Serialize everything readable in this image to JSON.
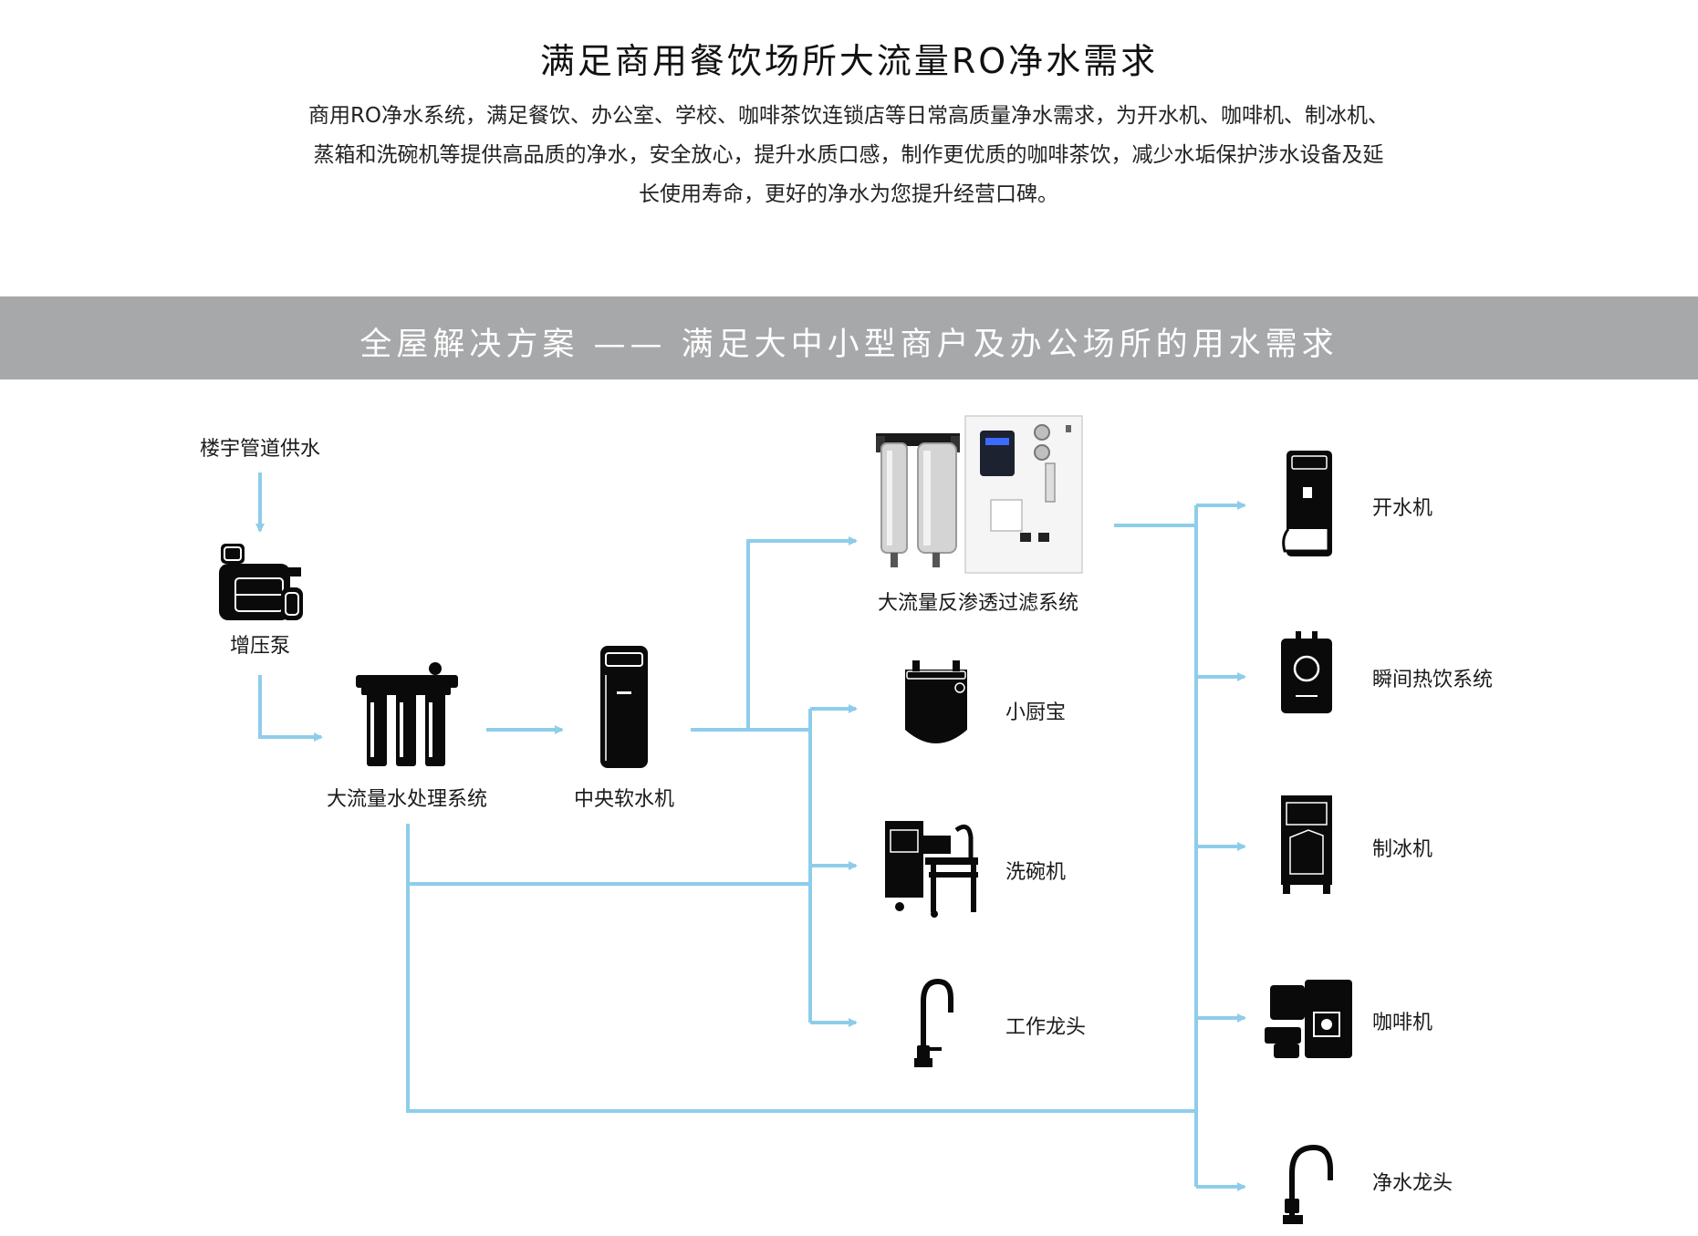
{
  "header": {
    "title": "满足商用餐饮场所大流量RO净水需求",
    "description_lines": [
      "商用RO净水系统，满足餐饮、办公室、学校、咖啡茶饮连锁店等日常高质量净水需求，为开水机、咖啡机、制冰机、",
      "蒸箱和洗碗机等提供高品质的净水，安全放心，提升水质口感，制作更优质的咖啡茶饮，减少水垢保护涉水设备及延",
      "长使用寿命，更好的净水为您提升经营口碑。"
    ]
  },
  "banner": {
    "text": "全屋解决方案 —— 满足大中小型商户及办公场所的用水需求"
  },
  "colors": {
    "flow_line": "#8ecdea",
    "banner_bg": "#a7a8aa",
    "icon": "#0a0a0a"
  },
  "nodes": {
    "source": {
      "label": "楼宇管道供水"
    },
    "pump": {
      "label": "增压泵",
      "icon": "booster-pump-icon"
    },
    "treatment": {
      "label": "大流量水处理系统",
      "icon": "filter-system-icon"
    },
    "softener": {
      "label": "中央软水机",
      "icon": "water-softener-icon"
    },
    "ro": {
      "label": "大流量反渗透过滤系统",
      "icon": "ro-system-icon"
    },
    "kitchen": {
      "label": "小厨宝",
      "icon": "water-heater-icon"
    },
    "dishwasher": {
      "label": "洗碗机",
      "icon": "dishwasher-icon"
    },
    "work_faucet": {
      "label": "工作龙头",
      "icon": "faucet-icon"
    },
    "boiler": {
      "label": "开水机",
      "icon": "water-boiler-icon"
    },
    "instant_hot": {
      "label": "瞬间热饮系统",
      "icon": "instant-hot-icon"
    },
    "ice_maker": {
      "label": "制冰机",
      "icon": "ice-maker-icon"
    },
    "coffee": {
      "label": "咖啡机",
      "icon": "coffee-machine-icon"
    },
    "pure_faucet": {
      "label": "净水龙头",
      "icon": "faucet-icon"
    }
  }
}
